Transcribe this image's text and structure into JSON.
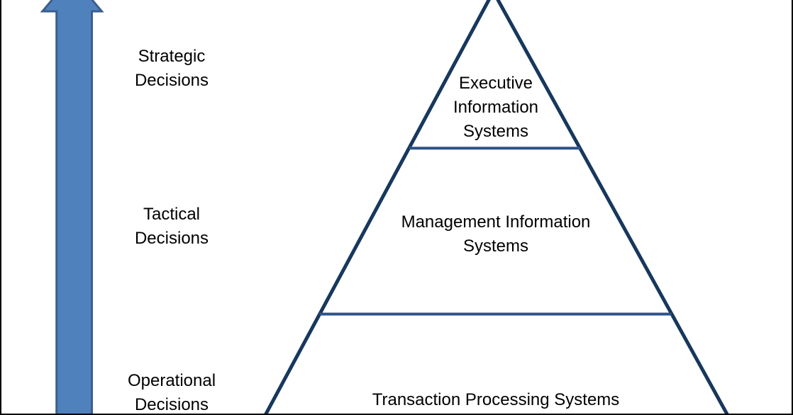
{
  "frame": {
    "border_color": "#000000",
    "background_color": "#FFFFFF"
  },
  "upward_arrow": {
    "fill_color": "#4F81BD",
    "border_color": "#3C5E8E"
  },
  "pyramid": {
    "outline_color": "#17375D",
    "divider_color": "#2E5288"
  },
  "decision_labels": [
    {
      "lines": [
        "Strategic",
        "Decisions"
      ]
    },
    {
      "lines": [
        "Tactical",
        "Decisions"
      ]
    },
    {
      "lines": [
        "Operational",
        "Decisions"
      ]
    }
  ],
  "system_levels": [
    {
      "lines": [
        "Executive",
        "Information",
        "Systems"
      ]
    },
    {
      "lines": [
        "Management Information",
        "Systems"
      ]
    },
    {
      "lines": [
        "Transaction Processing Systems"
      ]
    }
  ]
}
